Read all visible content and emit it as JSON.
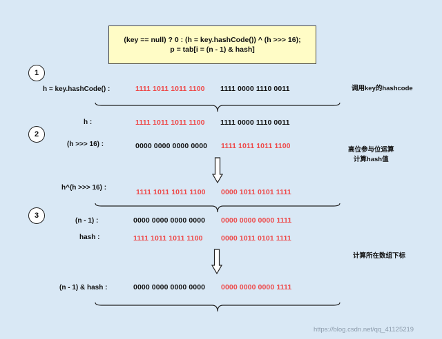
{
  "formula": {
    "line1": "(key == null) ? 0 : (h = key.hashCode()) ^ (h >>> 16);",
    "line2": "p = tab[i = (n - 1) & hash]"
  },
  "steps": [
    "1",
    "2",
    "3"
  ],
  "rows": {
    "hashcode": {
      "label": "h = key.hashCode() :",
      "high": "1111 1011 1011 1100",
      "low": "1111 0000 1110 0011"
    },
    "h": {
      "label": "h :",
      "high": "1111 1011 1011 1100",
      "low": "1111 0000 1110 0011"
    },
    "shift": {
      "label": "(h >>> 16) :",
      "high": "0000 0000 0000 0000",
      "low": "1111 1011 1011 1100"
    },
    "xor": {
      "label": "h^(h >>> 16) :",
      "high": "1111 1011 1011 1100",
      "low": "0000 1011 0101 1111"
    },
    "nminus1": {
      "label": "(n - 1) :",
      "high": "0000 0000 0000 0000",
      "low": "0000 0000 0000 1111"
    },
    "hash": {
      "label": "hash :",
      "high": "1111 1011 1011 1100",
      "low": "0000 1011 0101 1111"
    },
    "result": {
      "label": "(n - 1) & hash :",
      "high": "0000 0000 0000 0000",
      "low": "0000 0000 0000 1111"
    }
  },
  "notes": {
    "hashcode": "调用key的hashcode",
    "calc_line1": "高位参与位运算",
    "calc_line2": "计算hash值",
    "index": "计算所在数组下标"
  },
  "watermark": "https://blog.csdn.net/qq_41125219"
}
